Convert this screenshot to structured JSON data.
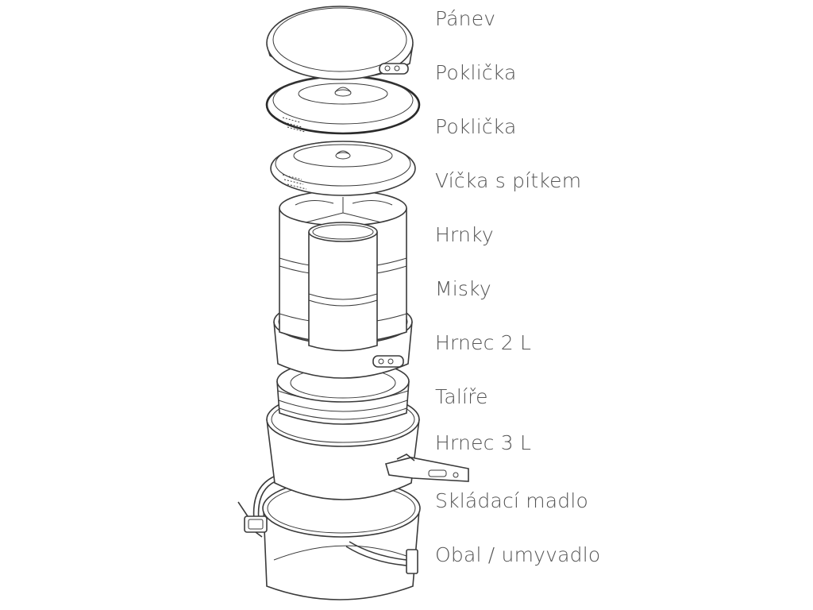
{
  "diagram": {
    "parts": [
      {
        "label": "Pánev"
      },
      {
        "label": "Poklička"
      },
      {
        "label": "Poklička"
      },
      {
        "label": "Víčka s pítkem"
      },
      {
        "label": "Hrnky"
      },
      {
        "label": "Misky"
      },
      {
        "label": "Hrnec 2 L"
      },
      {
        "label": "Talíře"
      },
      {
        "label": "Hrnec 3 L"
      },
      {
        "label": "Skládací madlo"
      },
      {
        "label": "Obal / umyvadlo"
      }
    ]
  }
}
